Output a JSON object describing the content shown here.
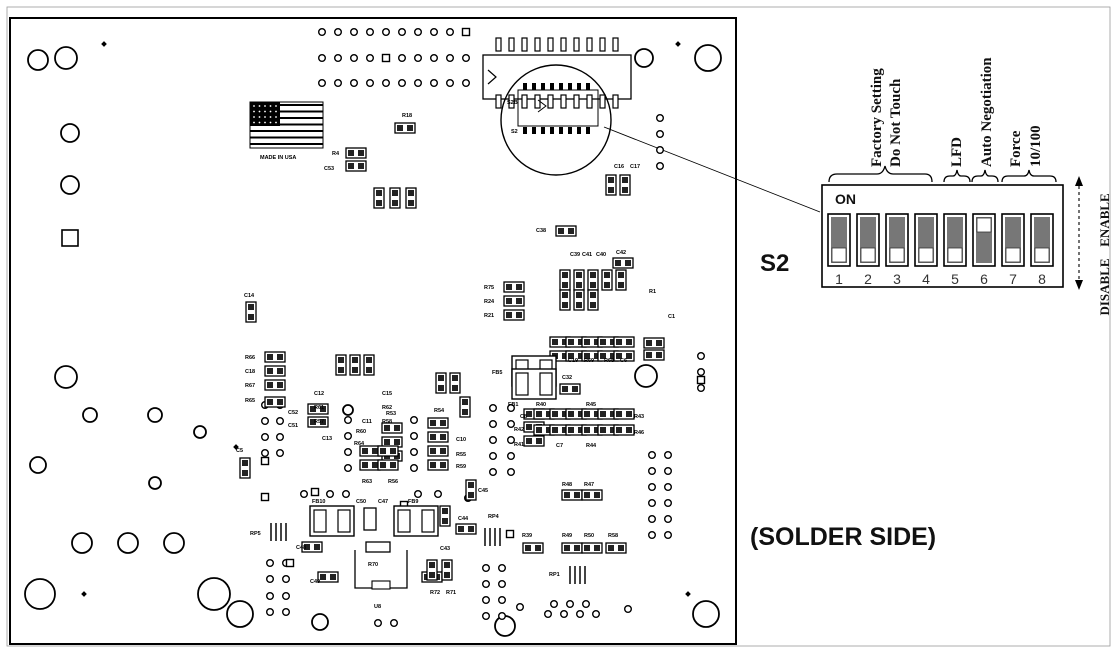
{
  "board": {
    "made_in": "MADE IN USA",
    "side_label": "(SOLDER SIDE)",
    "labels": [
      {
        "t": "R18"
      },
      {
        "t": "R4"
      },
      {
        "t": "C53"
      },
      {
        "t": "S2"
      },
      {
        "t": "S2B"
      },
      {
        "t": "C14"
      },
      {
        "t": "R66"
      },
      {
        "t": "C18"
      },
      {
        "t": "R67"
      },
      {
        "t": "R65"
      },
      {
        "t": "C12"
      },
      {
        "t": "R61"
      },
      {
        "t": "R57"
      },
      {
        "t": "C15"
      },
      {
        "t": "R62"
      },
      {
        "t": "R58"
      },
      {
        "t": "C52"
      },
      {
        "t": "C51"
      },
      {
        "t": "C11"
      },
      {
        "t": "R60"
      },
      {
        "t": "R64"
      },
      {
        "t": "R53"
      },
      {
        "t": "R54"
      },
      {
        "t": "C10"
      },
      {
        "t": "R55"
      },
      {
        "t": "R59"
      },
      {
        "t": "C13"
      },
      {
        "t": "R56"
      },
      {
        "t": "R63"
      },
      {
        "t": "C5"
      },
      {
        "t": "C45"
      },
      {
        "t": "C44"
      },
      {
        "t": "C43"
      },
      {
        "t": "FB10"
      },
      {
        "t": "C50"
      },
      {
        "t": "C47"
      },
      {
        "t": "FB9"
      },
      {
        "t": "RP5"
      },
      {
        "t": "C48"
      },
      {
        "t": "C49"
      },
      {
        "t": "R70"
      },
      {
        "t": "U8"
      },
      {
        "t": "R72"
      },
      {
        "t": "R71"
      },
      {
        "t": "RP4"
      },
      {
        "t": "R39"
      },
      {
        "t": "R49"
      },
      {
        "t": "R50"
      },
      {
        "t": "R58"
      },
      {
        "t": "RP1"
      },
      {
        "t": "R48"
      },
      {
        "t": "R47"
      },
      {
        "t": "C8"
      },
      {
        "t": "R42"
      },
      {
        "t": "R41"
      },
      {
        "t": "C7"
      },
      {
        "t": "R40"
      },
      {
        "t": "R45"
      },
      {
        "t": "R44"
      },
      {
        "t": "R43"
      },
      {
        "t": "R46"
      },
      {
        "t": "FB1"
      },
      {
        "t": "C32"
      },
      {
        "t": "FB5"
      },
      {
        "t": "R75"
      },
      {
        "t": "R24"
      },
      {
        "t": "R21"
      },
      {
        "t": "C38"
      },
      {
        "t": "C42"
      },
      {
        "t": "R1"
      },
      {
        "t": "C1"
      },
      {
        "t": "C16"
      },
      {
        "t": "C17"
      },
      {
        "t": "C40"
      },
      {
        "t": "C41"
      },
      {
        "t": "C39"
      },
      {
        "t": "C19"
      },
      {
        "t": "R69"
      },
      {
        "t": "R68"
      },
      {
        "t": "C6"
      },
      {
        "t": "C9"
      }
    ]
  },
  "switch": {
    "name": "S2",
    "on_label": "ON",
    "positions": [
      "1",
      "2",
      "3",
      "4",
      "5",
      "6",
      "7",
      "8"
    ],
    "states": [
      "down",
      "down",
      "down",
      "down",
      "down",
      "up",
      "down",
      "down"
    ],
    "enable_label": "ENABLE",
    "disable_label": "DISABLE",
    "groups": [
      {
        "lines": [
          "Factory Setting",
          "Do Not Touch"
        ]
      },
      {
        "lines": [
          "LFD"
        ]
      },
      {
        "lines": [
          "Auto Negotiation"
        ]
      },
      {
        "lines": [
          "Force",
          "10/100"
        ]
      }
    ]
  }
}
